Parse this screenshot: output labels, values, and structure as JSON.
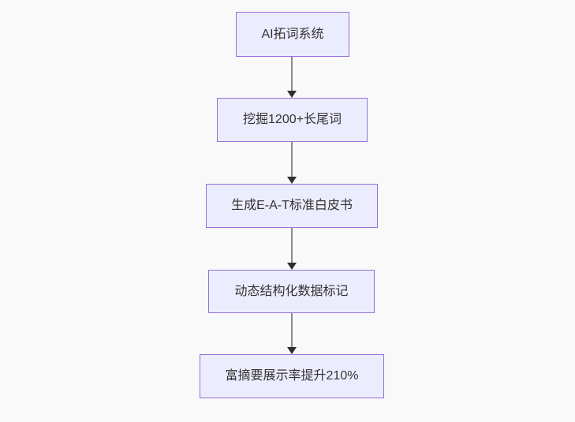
{
  "diagram": {
    "type": "flowchart",
    "direction": "top-down",
    "nodes": [
      {
        "id": "n1",
        "label": "AI拓词系统"
      },
      {
        "id": "n2",
        "label": "挖掘1200+长尾词"
      },
      {
        "id": "n3",
        "label": "生成E-A-T标准白皮书"
      },
      {
        "id": "n4",
        "label": "动态结构化数据标记"
      },
      {
        "id": "n5",
        "label": "富摘要展示率提升210%"
      }
    ],
    "edges": [
      {
        "from": "n1",
        "to": "n2"
      },
      {
        "from": "n2",
        "to": "n3"
      },
      {
        "from": "n3",
        "to": "n4"
      },
      {
        "from": "n4",
        "to": "n5"
      }
    ]
  },
  "colors": {
    "background": "#f9f9f9",
    "node_fill": "#ececff",
    "node_border": "#9370db",
    "node_text": "#333333",
    "edge_line": "#8c8c8c",
    "edge_arrowhead": "#2f2f2f"
  }
}
